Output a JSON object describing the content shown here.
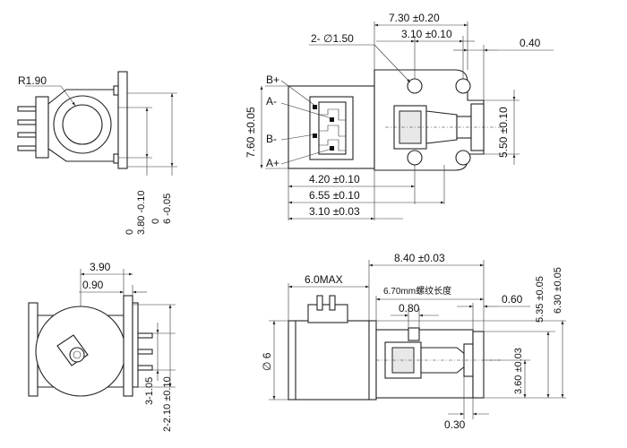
{
  "labels": {
    "r190": "R1.90",
    "d730": "7.30 ±0.20",
    "hole": "2- ∅1.50",
    "d310top": "3.10 ±0.10",
    "d040": "0.40",
    "bplus": "B+",
    "aminus": "A-",
    "bminus": "B-",
    "aplus": "A+",
    "d760": "7.60 ±0.05",
    "d550": "5.50 ±0.10",
    "d420": "4.20 ±0.10",
    "d655": "6.55 ±0.10",
    "d310bot": "3.10 ±0.03",
    "tol380": "0\n3.80 -0.10",
    "tol6": "0\n6 -0.05",
    "d390": "3.90",
    "d090": "0.90",
    "d3105": "3-1.05",
    "d2210": "2-2.10 ±0.10",
    "d840": "8.40 ±0.03",
    "d6max": "6.0MAX",
    "thread": "6.70mm螺纹长度",
    "d080": "0.80",
    "d060": "0.60",
    "d535": "5.35 ±0.05",
    "d630": "6.30 ±0.05",
    "dia6": "∅ 6",
    "d360": "3.60 ±0.03",
    "d030": "0.30"
  },
  "tol": {
    "a0": "0",
    "a1": "3.80 -0.10",
    "b0": "0",
    "b1": "6 -0.05"
  }
}
